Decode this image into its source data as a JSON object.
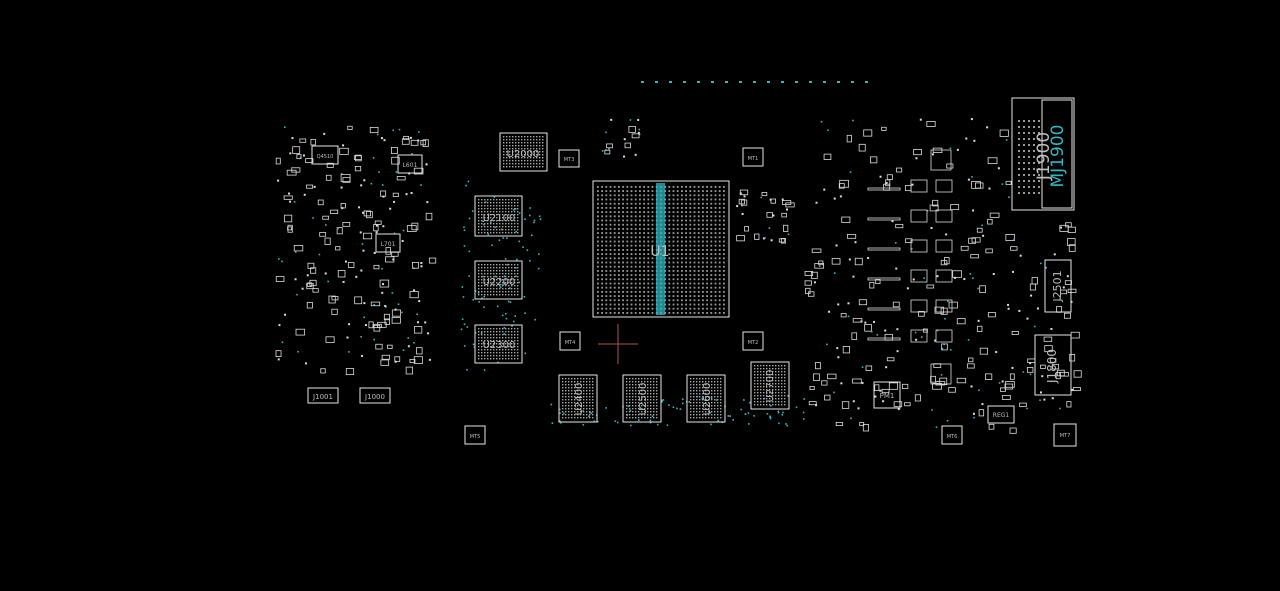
{
  "viewer": {
    "background": "#000000",
    "outline_color": "#e6e6e6",
    "via_color": "#2fb7c4",
    "cursor_color": "#b0505a"
  },
  "components": {
    "U1": "U1",
    "U2000": "U2000",
    "U2100": "U2100",
    "U2200": "U2200",
    "U2300": "U2300",
    "U2400": "U2400",
    "U2500": "U2500",
    "U2600": "U2600",
    "U2700": "U2700",
    "J1900": "J1900",
    "MJ1900": "MJ1900",
    "J2501": "J2501",
    "J1800": "J1800",
    "J1001": "J1001",
    "J1000": "J1000",
    "L601": "L601",
    "L701": "L701",
    "Q4510": "Q4510",
    "PM1": "PM1",
    "REG1": "REG1",
    "MT1": "MT1",
    "MT2": "MT2",
    "MT3": "MT3",
    "MT4": "MT4",
    "MT5": "MT5",
    "MT6": "MT6",
    "MT7": "MT7"
  }
}
